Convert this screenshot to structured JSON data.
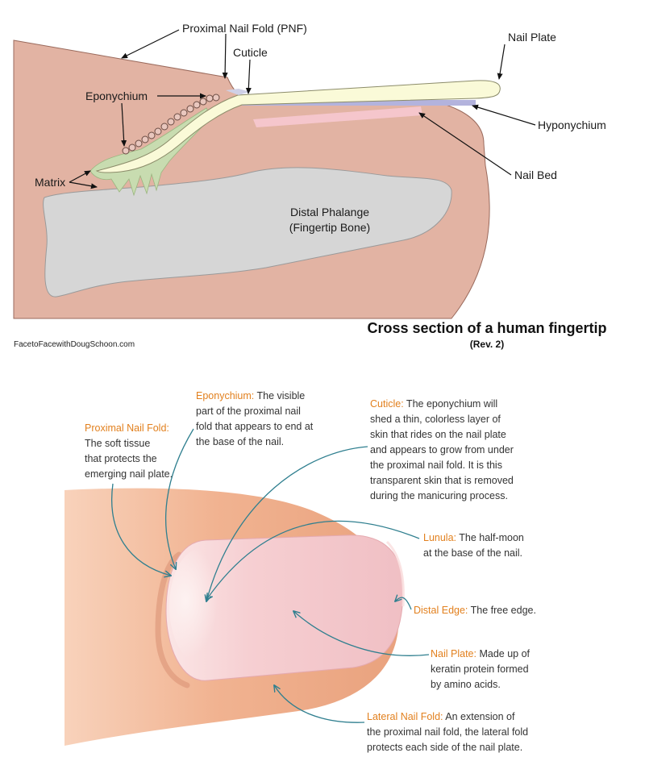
{
  "top_diagram": {
    "labels": {
      "pnf": "Proximal Nail Fold (PNF)",
      "cuticle": "Cuticle",
      "nail_plate": "Nail Plate",
      "eponychium": "Eponychium",
      "hyponychium": "Hyponychium",
      "matrix": "Matrix",
      "nail_bed": "Nail Bed",
      "bone_line1": "Distal Phalange",
      "bone_line2": "(Fingertip Bone)"
    },
    "credit": "FacetoFacewithDougSchoon.com",
    "title": "Cross section of a human fingertip",
    "revision": "(Rev. 2)"
  },
  "bottom_diagram": {
    "callouts": {
      "proximal_nail_fold": {
        "term": "Proximal Nail Fold:",
        "lines": [
          "",
          "The soft tissue",
          "that protects the",
          "emerging nail plate."
        ]
      },
      "eponychium": {
        "term": "Eponychium:",
        "lines": [
          " The visible",
          "part of the proximal nail",
          "fold that appears to end at",
          "the base of the nail."
        ]
      },
      "cuticle": {
        "term": "Cuticle:",
        "lines": [
          " The eponychium will",
          "shed a thin, colorless layer of",
          "skin that rides on the nail plate",
          "and appears to grow from under",
          "the proximal nail fold. It is this",
          "transparent skin that is removed",
          "during the manicuring process."
        ]
      },
      "lunula": {
        "term": "Lunula:",
        "lines": [
          " The half-moon",
          "at the base of the nail."
        ]
      },
      "distal_edge": {
        "term": "Distal Edge:",
        "lines": [
          " The free edge."
        ]
      },
      "nail_plate": {
        "term": "Nail Plate:",
        "lines": [
          " Made up of",
          "keratin protein formed",
          "by amino acids."
        ]
      },
      "lateral_nail_fold": {
        "term": "Lateral Nail Fold:",
        "lines": [
          " An extension of",
          "the proximal nail fold, the lateral fold",
          "protects each side of the nail plate."
        ]
      }
    }
  },
  "colors": {
    "skin": "#e2b3a3",
    "skin_outline": "#9a6a5c",
    "bone": "#d6d6d6",
    "nail_plate": "#fafad8",
    "matrix": "#c8dcb0",
    "nail_bed": "#f5c6cc",
    "hyponychium": "#b3b3dd",
    "accent_orange": "#e2801e",
    "leader_teal": "#2f7f8f",
    "finger_peach": "#f1b796",
    "nail_pink": "#f6cfd2"
  }
}
